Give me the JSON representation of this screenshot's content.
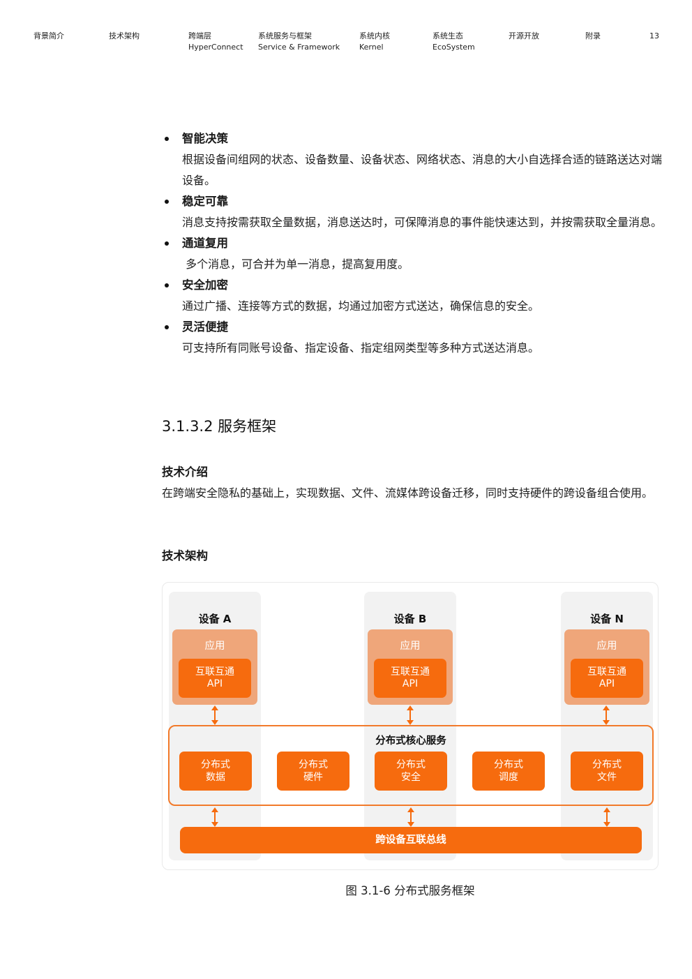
{
  "nav": {
    "items": [
      {
        "line1": "背景简介",
        "line2": ""
      },
      {
        "line1": "技术架构",
        "line2": ""
      },
      {
        "line1": "跨端层",
        "line2": "HyperConnect"
      },
      {
        "line1": "系统服务与框架",
        "line2": "Service & Framework"
      },
      {
        "line1": "系统内核",
        "line2": "Kernel"
      },
      {
        "line1": "系统生态",
        "line2": "EcoSystem"
      },
      {
        "line1": "开源开放",
        "line2": ""
      },
      {
        "line1": "附录",
        "line2": ""
      }
    ],
    "page_number": "13"
  },
  "bullets": [
    {
      "title": "智能决策",
      "body": "根据设备间组网的状态、设备数量、设备状态、网络状态、消息的大小自选择合适的链路送达对端设备。"
    },
    {
      "title": "稳定可靠",
      "body": "消息支持按需获取全量数据，消息送达时，可保障消息的事件能快速达到，并按需获取全量消息。"
    },
    {
      "title": "通道复用",
      "body": " 多个消息，可合并为单一消息，提高复用度。"
    },
    {
      "title": "安全加密",
      "body": "通过广播、连接等方式的数据，均通过加密方式送达，确保信息的安全。"
    },
    {
      "title": "灵活便捷",
      "body": "可支持所有同账号设备、指定设备、指定组网类型等多种方式送达消息。"
    }
  ],
  "section": {
    "title": "3.1.3.2 服务框架",
    "intro_heading": "技术介绍",
    "intro_text": "在跨端安全隐私的基础上，实现数据、文件、流媒体跨设备迁移，同时支持硬件的跨设备组合使用。",
    "arch_heading": "技术架构"
  },
  "diagram": {
    "devices": [
      {
        "label": "设备 A",
        "app": "应用",
        "api_line1": "互联互通",
        "api_line2": "API"
      },
      {
        "label": "设备 B",
        "app": "应用",
        "api_line1": "互联互通",
        "api_line2": "API"
      },
      {
        "label": "设备 N",
        "app": "应用",
        "api_line1": "互联互通",
        "api_line2": "API"
      }
    ],
    "core_title": "分布式核心服务",
    "core_services": [
      {
        "line1": "分布式",
        "line2": "数据"
      },
      {
        "line1": "分布式",
        "line2": "硬件"
      },
      {
        "line1": "分布式",
        "line2": "安全"
      },
      {
        "line1": "分布式",
        "line2": "调度"
      },
      {
        "line1": "分布式",
        "line2": "文件"
      }
    ],
    "bus": "跨设备互联总线",
    "colors": {
      "accent": "#f66b0e",
      "app_bg": "#efa67a",
      "frame": "#f27a2a",
      "column_bg": "#f2f2f2"
    }
  },
  "caption": "图 3.1-6 分布式服务框架"
}
